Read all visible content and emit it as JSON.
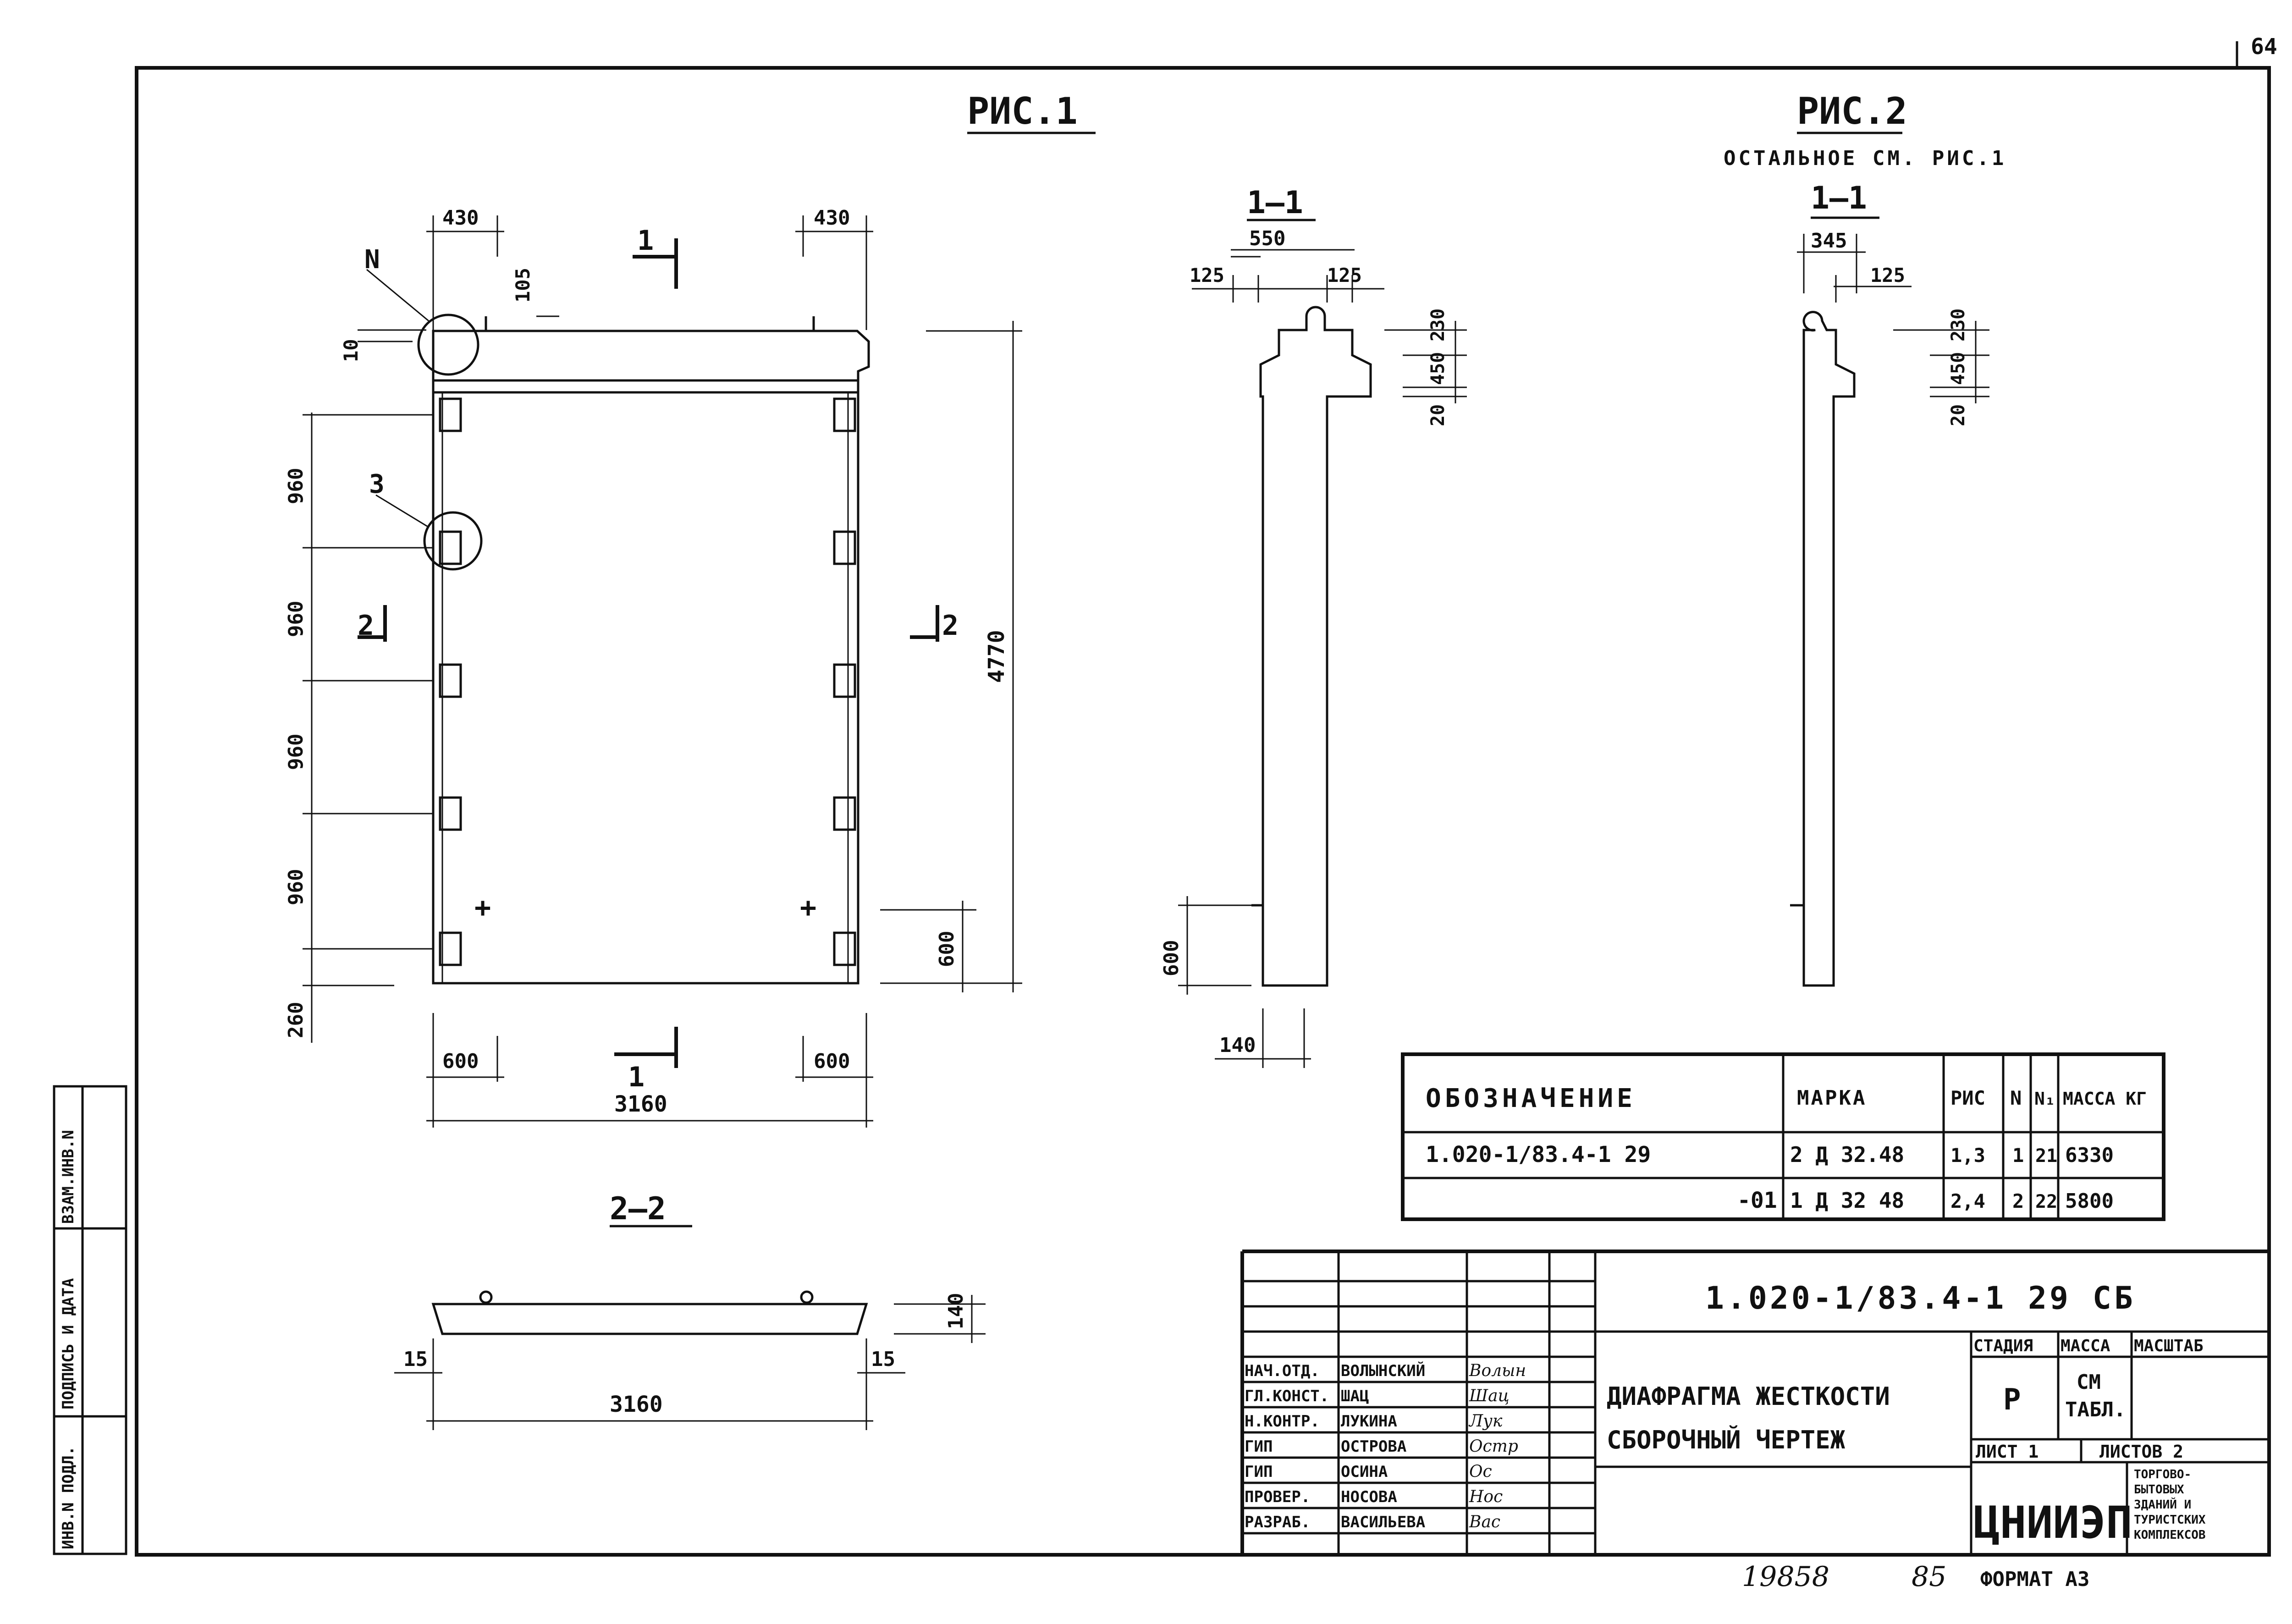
{
  "page_number": "64",
  "fig1": {
    "title": "РИС.1",
    "dims": {
      "top_left": "430",
      "top_right": "430",
      "d105": "105",
      "d10": "10",
      "s1": "960",
      "s2": "960",
      "s3": "960",
      "s4": "960",
      "bottom": "260",
      "height": "4770",
      "d600_right": "600",
      "bottom_left": "600",
      "bottom_right": "600",
      "width": "3160"
    },
    "callouts": {
      "n": "N",
      "three": "3"
    },
    "sections": {
      "top": "1",
      "bottom": "1",
      "left": "2",
      "right": "2"
    }
  },
  "sec11": {
    "title": "1—1",
    "dims": {
      "w550": "550",
      "l125": "125",
      "r125": "125",
      "d230": "230",
      "d450": "450",
      "d20": "20",
      "d600": "600",
      "d140": "140"
    }
  },
  "fig2": {
    "title": "РИС.2",
    "subtitle": "ОСТАЛЬНОЕ СМ. РИС.1",
    "sec_title": "1—1",
    "dims": {
      "w345": "345",
      "d125": "125",
      "d230": "230",
      "d450": "450",
      "d20": "20"
    }
  },
  "sec22": {
    "title": "2—2",
    "dims": {
      "h140": "140",
      "l15": "15",
      "r15": "15",
      "w3160": "3160"
    }
  },
  "spec_table": {
    "headers": [
      "ОБОЗНАЧЕНИЕ",
      "МАРКА",
      "РИС",
      "N",
      "N₁",
      "МАССА КГ"
    ],
    "rows": [
      [
        "1.020-1/83.4-1 29",
        "2 Д 32.48",
        "1,3",
        "1",
        "21",
        "6330"
      ],
      [
        "-01",
        "1 Д 32 48",
        "2,4",
        "2",
        "22",
        "5800"
      ]
    ]
  },
  "title_block": {
    "doc_code": "1.020-1/83.4-1 29 СБ",
    "name_line1": "ДИАФРАГМА ЖЕСТКОСТИ",
    "name_line2": "СБОРОЧНЫЙ ЧЕРТЕЖ",
    "stage_label": "СТАДИЯ",
    "mass_label": "МАССА",
    "scale_label": "МАСШТАБ",
    "stage": "Р",
    "mass_line1": "СМ",
    "mass_line2": "ТАБЛ.",
    "sheet": "ЛИСТ 1",
    "sheets": "ЛИСТОВ 2",
    "org": "ЦНИИЭП",
    "org_desc": [
      "ТОРГОВО-",
      "БЫТОВЫХ",
      "ЗДАНИЙ И",
      "ТУРИСТСКИХ",
      "КОМПЛЕКСОВ"
    ],
    "people": [
      {
        "role": "НАЧ.ОТД.",
        "name": "ВОЛЫНСКИЙ",
        "sign": "Волын"
      },
      {
        "role": "ГЛ.КОНСТ.",
        "name": "ШАЦ",
        "sign": "Шац"
      },
      {
        "role": "Н.КОНТР.",
        "name": "ЛУКИНА",
        "sign": "Лук"
      },
      {
        "role": "ГИП",
        "name": "ОСТРОВА",
        "sign": "Остр"
      },
      {
        "role": "ГИП",
        "name": "ОСИНА",
        "sign": "Ос"
      },
      {
        "role": "ПРОВЕР.",
        "name": "НОСОВА",
        "sign": "Нос"
      },
      {
        "role": "РАЗРАБ.",
        "name": "ВАСИЛЬЕВА",
        "sign": "Вас"
      }
    ]
  },
  "side_stamp": [
    "ИНВ.N ПОДЛ.",
    "ПОДПИСЬ И ДАТА",
    "ВЗАМ.ИНВ.N"
  ],
  "footer": {
    "num1": "19858",
    "num2": "85",
    "format": "ФОРМАТ А3"
  }
}
